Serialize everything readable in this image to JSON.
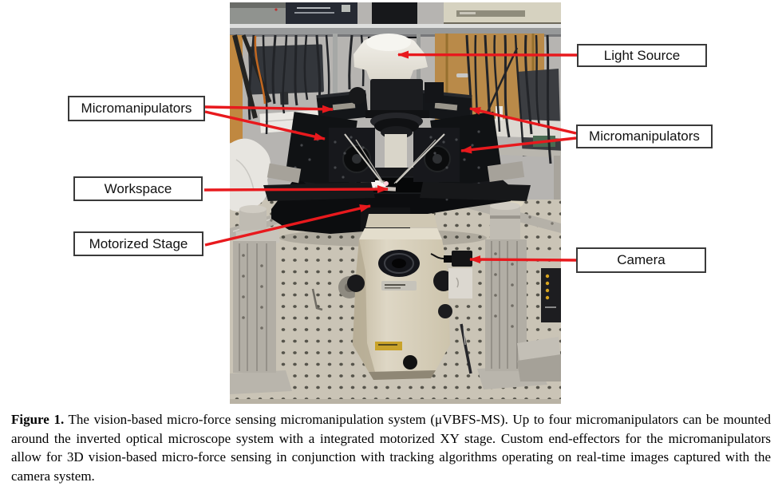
{
  "page": {
    "background": "#ffffff"
  },
  "figure": {
    "labels": {
      "light_source": "Light Source",
      "micromanipulators_left": "Micromanipulators",
      "micromanipulators_right": "Micromanipulators",
      "workspace": "Workspace",
      "motorized_stage": "Motorized Stage",
      "camera": "Camera"
    },
    "colors": {
      "arrow_red": "#e8191d",
      "label_border": "#3a3a3a",
      "label_background": "#ffffff"
    }
  },
  "caption": {
    "label": "Figure 1.",
    "text": "The vision-based micro-force sensing micromanipulation system (μVBFS-MS). Up to four micromanipulators can be mounted around the inverted optical microscope system with a integrated motorized XY stage. Custom end-effectors for the micromanipulators allow for 3D vision-based micro-force sensing in conjunction with tracking algorithms operating on real-time images captured with the camera system."
  }
}
